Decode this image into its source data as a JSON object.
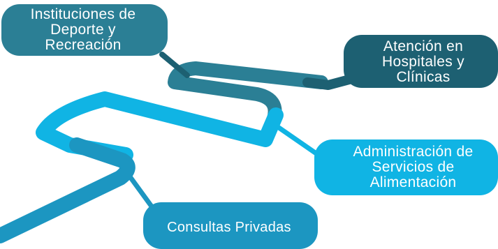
{
  "labels": {
    "deporte": "Instituciones de\nDeporte y\nRecreación",
    "atencion": "Atención en\nHospitales y\nClínicas",
    "admin": "Administración de\nServicios de\nAlimentación",
    "consulta": "Consultas Privadas"
  },
  "colors": {
    "dark_teal": "#1d6072",
    "mid_teal": "#2b7f95",
    "light_blue": "#10b4e4",
    "mid_blue": "#1c96c1"
  }
}
